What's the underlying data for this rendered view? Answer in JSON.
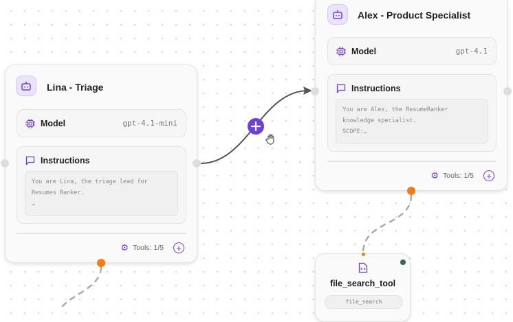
{
  "agents": [
    {
      "name": "Lina - Triage",
      "model_label": "Model",
      "model": "gpt-4.1-mini",
      "instructions_label": "Instructions",
      "instructions": [
        "You are Lina, the triage lead for",
        "Resumes Ranker.",
        "…"
      ],
      "tools": "Tools: 1/5"
    },
    {
      "name": "Alex - Product Specialist",
      "model_label": "Model",
      "model": "gpt-4.1",
      "instructions_label": "Instructions",
      "instructions": [
        "You are Alex, the ResumeRanker",
        "knowledge specialist.",
        "SCOPE:…"
      ],
      "tools": "Tools: 1/5"
    }
  ],
  "tool_node": {
    "name": "file_search_tool",
    "type": "file_search",
    "status_color": "#2e6b4f"
  },
  "colors": {
    "accent": "#6b3fe0",
    "handle_out": "#f57c14"
  }
}
